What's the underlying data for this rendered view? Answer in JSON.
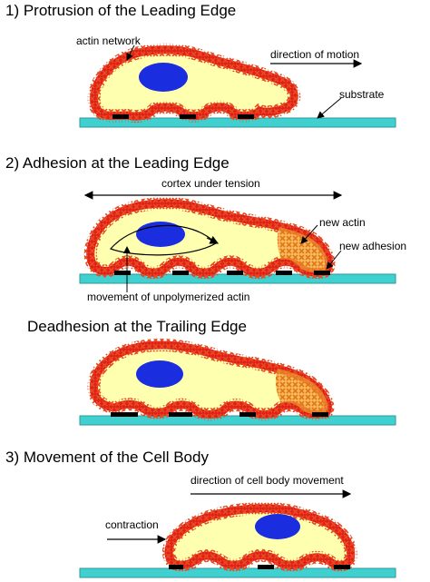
{
  "panels": [
    {
      "title": "1) Protrusion of the Leading Edge",
      "labels": {
        "actin_network": "actin network",
        "direction": "direction of motion",
        "substrate": "substrate"
      }
    },
    {
      "title": "2) Adhesion at the Leading Edge",
      "labels": {
        "cortex": "cortex under tension",
        "new_actin": "new actin",
        "new_adhesion": "new adhesion",
        "unpolymerized": "movement of unpolymerized actin"
      }
    },
    {
      "title": "Deadhesion at the Trailing Edge"
    },
    {
      "title": "3) Movement of the Cell Body",
      "labels": {
        "direction": "direction of cell body movement",
        "contraction": "contraction"
      }
    }
  ],
  "colors": {
    "cell_fill": "#ffffb0",
    "cortex_red": "#e0201a",
    "actin_cross": "#e84a20",
    "nucleus": "#1a2ee0",
    "new_actin": "#f5a040",
    "substrate": "#40d0d0",
    "adhesion": "#000000",
    "text": "#000000"
  }
}
